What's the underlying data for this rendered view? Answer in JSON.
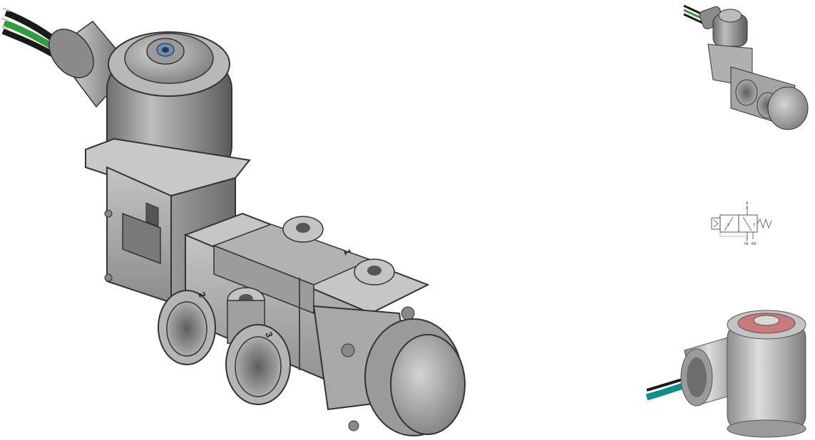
{
  "viewer": {
    "main_image_label": "",
    "thumbnails": [
      {
        "id": "thumb-valve-render"
      },
      {
        "id": "thumb-pneumatic-symbol"
      },
      {
        "id": "thumb-solenoid-photo"
      }
    ]
  },
  "part_markings": {
    "port_a": "2",
    "port_in": "3",
    "port_ea": "1"
  },
  "symbol": {
    "port_a": "A",
    "port_a_num": "2",
    "port_t_left": "T",
    "port_t_right": "T",
    "port_in_num": "3",
    "port_in": "IN",
    "port_ea": "EA"
  },
  "colors": {
    "body_gray": "#9a9a9a",
    "body_dark": "#6e6e6e",
    "body_light": "#c9c9c9",
    "wire_green": "#2e9e3a",
    "wire_black": "#1a1a1a",
    "wire_teal": "#0f8f8a"
  }
}
